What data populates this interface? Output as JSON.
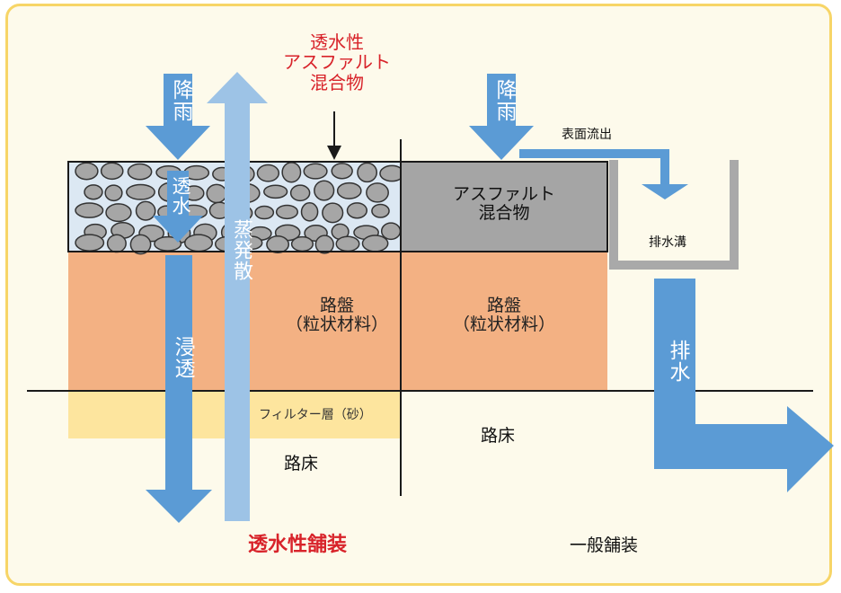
{
  "labels": {
    "permeable_mix": "透水性\nアスファルト\n混合物",
    "rain": "降雨",
    "percolation": "透水",
    "infiltration": "浸透",
    "evaporation": "蒸発散",
    "roadbed_granular": "路盤\n（粒状材料）",
    "filter_layer": "フィルター層（砂）",
    "subgrade": "路床",
    "asphalt_mix": "アスファルト\n混合物",
    "surface_runoff": "表面流出",
    "drainage_ditch": "排水溝",
    "drainage": "排水",
    "permeable_pavement": "透水性舗装",
    "general_pavement": "一般舗装"
  },
  "colors": {
    "frame_border": "#f7d567",
    "background": "#fdfaeb",
    "roadbed": "#f3b183",
    "filter": "#fde59e",
    "asphalt": "#a5a5a5",
    "stones": "#a6a6a6",
    "stone_gaps": "#dce8f3",
    "arrow_blue": "#5b9bd5",
    "arrow_light_blue": "#9dc3e6",
    "title_red": "#d8232a",
    "ditch_gray": "#a9a9a9"
  }
}
